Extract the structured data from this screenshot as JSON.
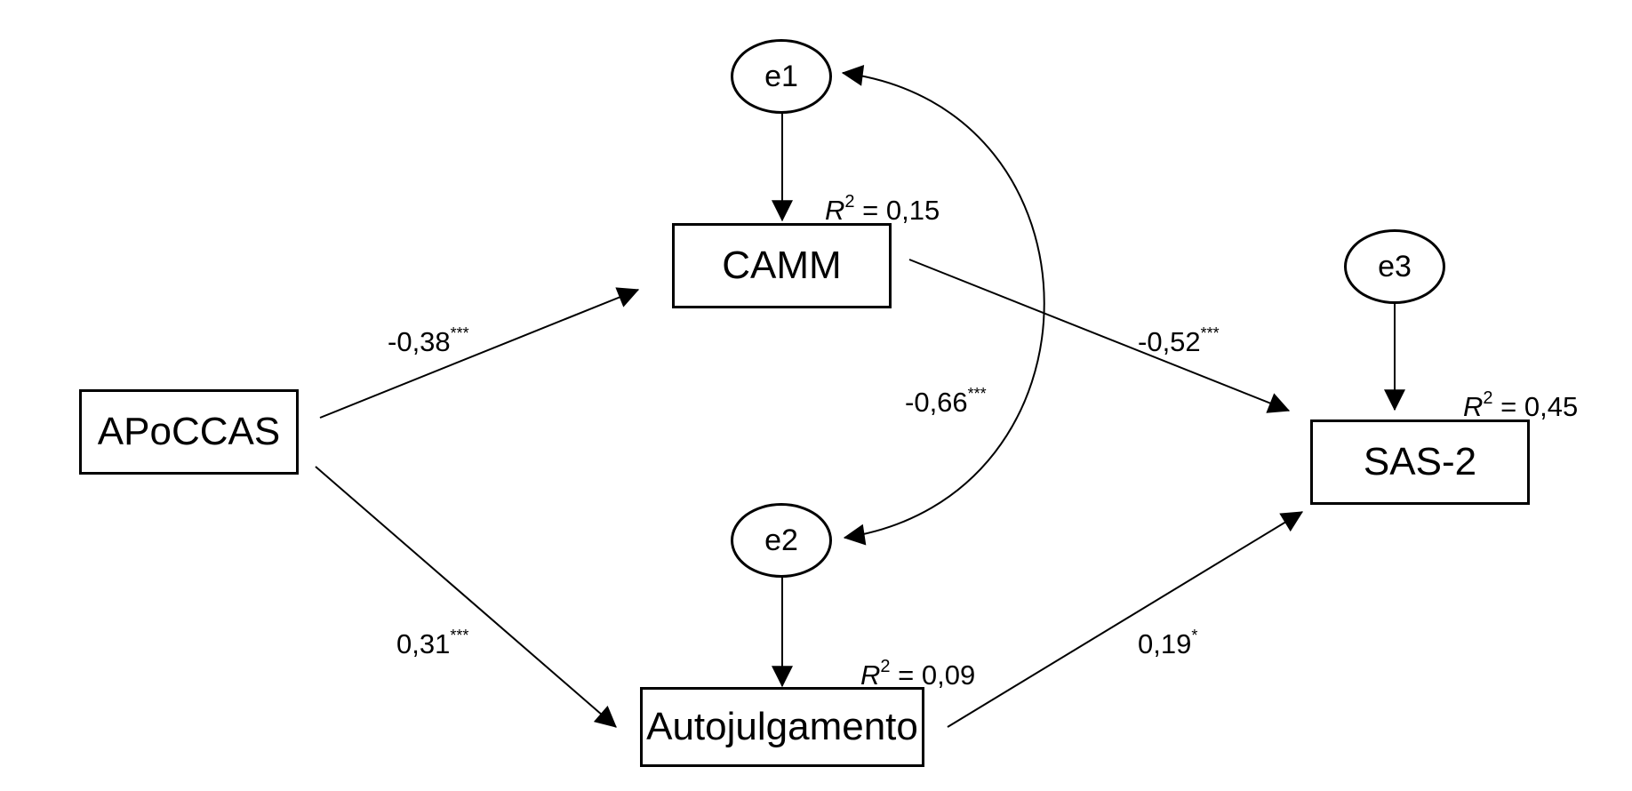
{
  "nodes": {
    "apoccas": "APoCCAS",
    "camm": "CAMM",
    "autojulgamento": "Autojulgamento",
    "sas2": "SAS-2",
    "e1": "e1",
    "e2": "e2",
    "e3": "e3"
  },
  "paths": {
    "apoccas_camm": {
      "value": "-0,38",
      "sig": "***"
    },
    "apoccas_autojulgamento": {
      "value": "0,31",
      "sig": "***"
    },
    "camm_sas2": {
      "value": "-0,52",
      "sig": "***"
    },
    "autojulgamento_sas2": {
      "value": "0,19",
      "sig": "*"
    },
    "e1_e2_covariance": {
      "value": "-0,66",
      "sig": "***"
    }
  },
  "r_squared": {
    "symbol": "R",
    "exponent": "2",
    "camm": "= 0,15",
    "autojulgamento": "= 0,09",
    "sas2": "= 0,45"
  }
}
